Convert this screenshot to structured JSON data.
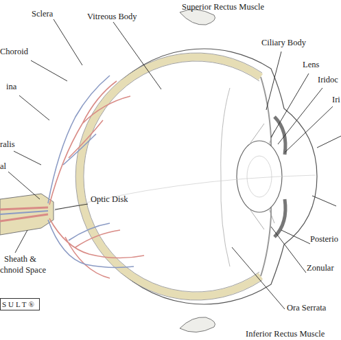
{
  "diagram": {
    "labels": [
      "Sclera",
      "Vitreous Body",
      "Superior Rectus Muscle",
      "Choroid",
      "Ciliary Body",
      "Lens",
      "Iridoc",
      "Iri",
      "ina",
      "ralis",
      "al",
      "Optic Disk",
      "Posterio",
      "Sheath &",
      "chnoid Space",
      "SULT®",
      "Zonular",
      "Ora Serrata",
      "Inferior Rectus Muscle"
    ]
  }
}
